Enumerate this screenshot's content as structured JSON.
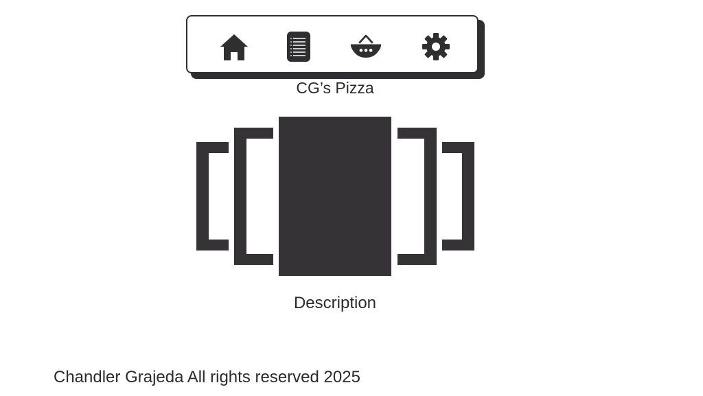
{
  "nav": {
    "items": [
      {
        "icon": "home-icon"
      },
      {
        "icon": "menu-list-icon"
      },
      {
        "icon": "basket-icon"
      },
      {
        "icon": "gear-icon"
      }
    ]
  },
  "header": {
    "title": "CG’s Pizza"
  },
  "carousel": {
    "description": "Description"
  },
  "footer": {
    "text": "Chandler Grajeda All rights reserved 2025"
  },
  "colors": {
    "dark": "#353335",
    "background": "#ffffff"
  }
}
